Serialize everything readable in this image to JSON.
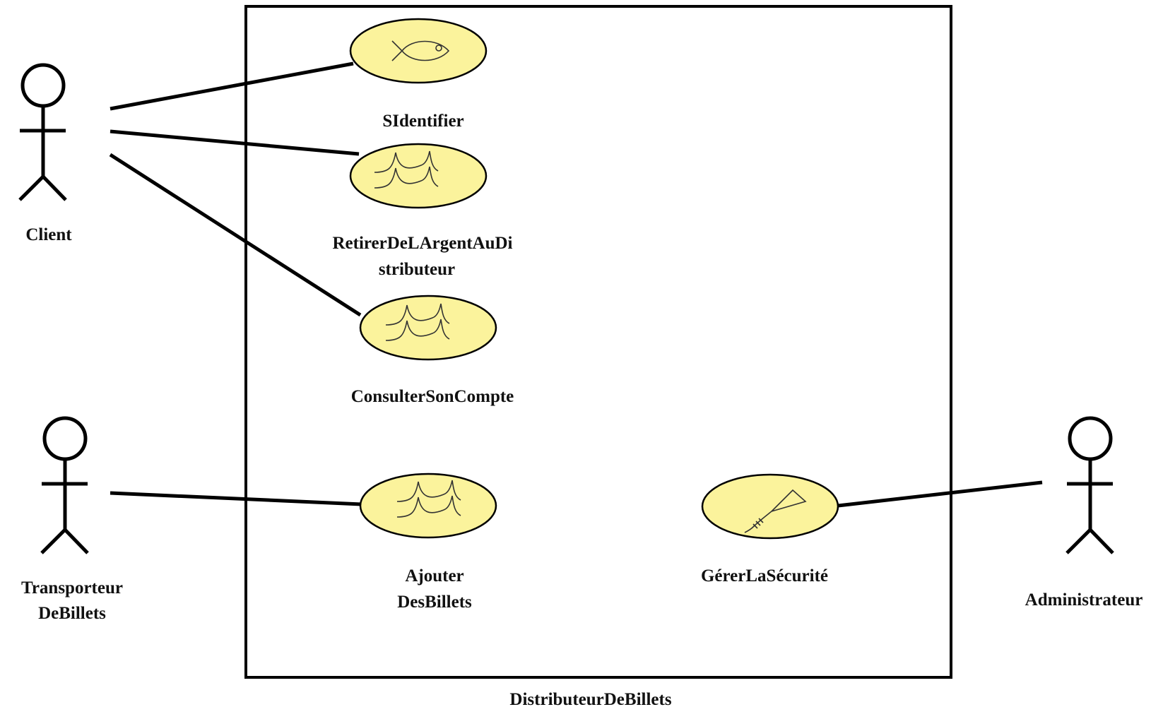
{
  "system": {
    "name": "DistributeurDeBillets"
  },
  "actors": [
    {
      "id": "client",
      "label_lines": [
        "Client"
      ]
    },
    {
      "id": "transporteur",
      "label_lines": [
        "Transporteur",
        "DeBillets"
      ]
    },
    {
      "id": "administrateur",
      "label_lines": [
        "Administrateur"
      ]
    }
  ],
  "use_cases": [
    {
      "id": "sidentifier",
      "label_lines": [
        "SIdentifier"
      ],
      "icon": "fish-icon"
    },
    {
      "id": "retirer",
      "label_lines": [
        "RetirerDeLArgentAuDi",
        "stributeur"
      ],
      "icon": "waves-icon"
    },
    {
      "id": "consulter",
      "label_lines": [
        "ConsulterSonCompte"
      ],
      "icon": "waves-icon"
    },
    {
      "id": "ajouter",
      "label_lines": [
        "Ajouter",
        "DesBillets"
      ],
      "icon": "waves-icon"
    },
    {
      "id": "gerer",
      "label_lines": [
        "GérerLaSécurité"
      ],
      "icon": "kite-icon"
    }
  ],
  "associations": [
    {
      "from": "client",
      "to": "sidentifier"
    },
    {
      "from": "client",
      "to": "retirer"
    },
    {
      "from": "client",
      "to": "consulter"
    },
    {
      "from": "transporteur",
      "to": "ajouter"
    },
    {
      "from": "administrateur",
      "to": "gerer"
    }
  ],
  "colors": {
    "use_case_fill": "#fbf39c",
    "line": "#000000"
  }
}
